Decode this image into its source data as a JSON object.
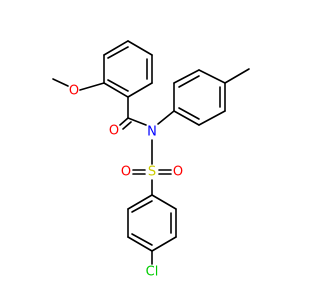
{
  "atoms": {
    "methoxy_o": "O",
    "methyl": "",
    "carbonyl_o": "O",
    "amide_n": "N",
    "sulfur": "S",
    "sulfonyl_o_left": "O",
    "sulfonyl_o_right": "O",
    "chlorine": "Cl"
  },
  "colors": {
    "bond": "#000000",
    "oxygen": "#ff0000",
    "nitrogen": "#0000ff",
    "sulfur": "#cccc00",
    "chlorine": "#00cc00"
  }
}
